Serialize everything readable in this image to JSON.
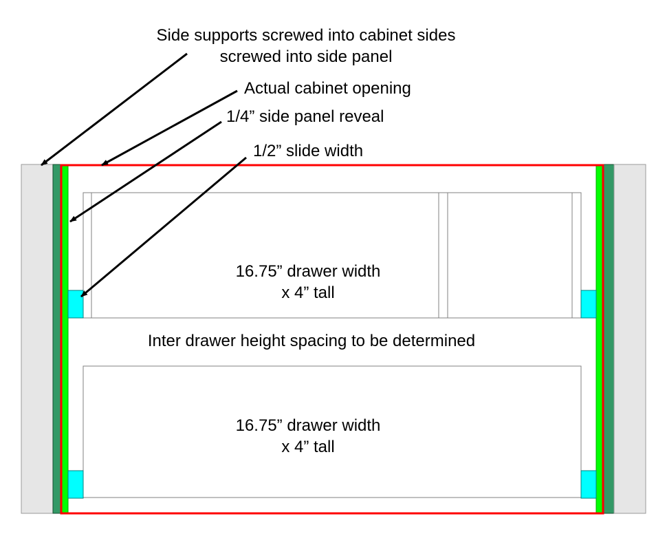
{
  "labels": {
    "side_supports_line1": "Side supports screwed into cabinet sides",
    "side_supports_line2": "screwed into side panel",
    "cabinet_opening": "Actual cabinet opening",
    "side_panel_reveal": "1/4” side panel reveal",
    "slide_width": "1/2” slide width",
    "drawer_top_line1": "16.75” drawer width",
    "drawer_top_line2": "x 4” tall",
    "inter_drawer": "Inter drawer height spacing to be determined",
    "drawer_bottom_line1": "16.75” drawer width",
    "drawer_bottom_line2": "x 4” tall"
  },
  "colors": {
    "cabinet_side": "#e6e6e6",
    "side_support": "#339966",
    "side_panel_reveal": "#00ff00",
    "slide": "#00ffff",
    "cabinet_opening": "#ff0000",
    "drawer_outline": "#808080",
    "arrow": "#000000"
  }
}
